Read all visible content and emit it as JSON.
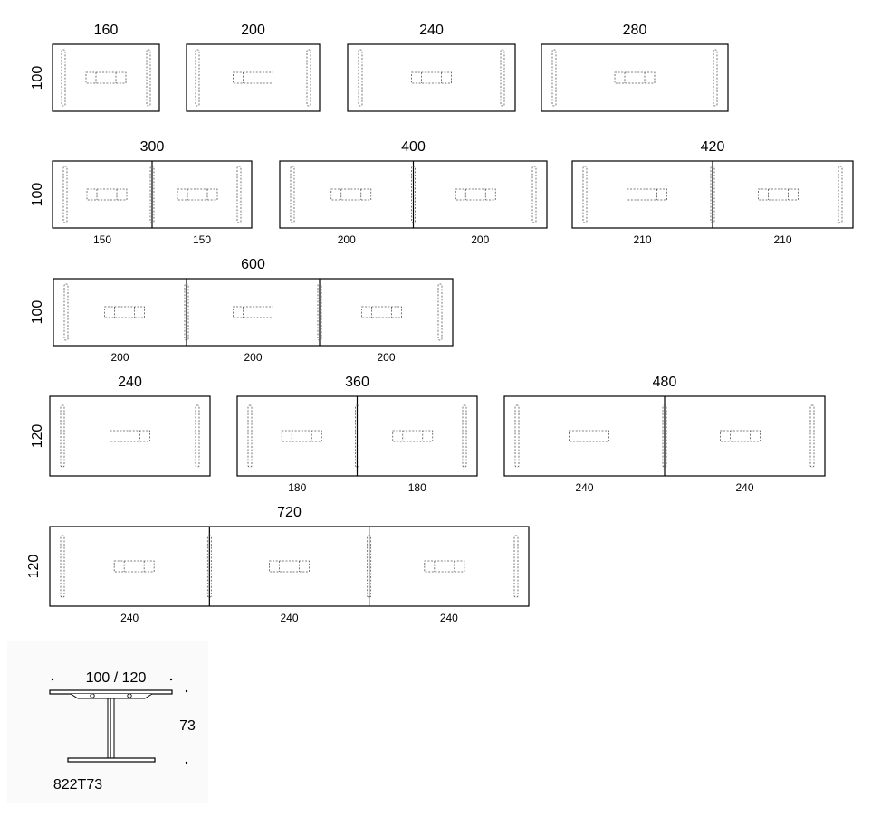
{
  "plan_rows": [
    {
      "depth_label": "100",
      "tables": [
        {
          "length_label": "160",
          "segments": []
        },
        {
          "length_label": "200",
          "segments": []
        },
        {
          "length_label": "240",
          "segments": []
        },
        {
          "length_label": "280",
          "segments": []
        }
      ]
    },
    {
      "depth_label": "100",
      "tables": [
        {
          "length_label": "300",
          "segments": [
            "150",
            "150"
          ]
        },
        {
          "length_label": "400",
          "segments": [
            "200",
            "200"
          ]
        },
        {
          "length_label": "420",
          "segments": [
            "210",
            "210"
          ]
        }
      ]
    },
    {
      "depth_label": "100",
      "tables": [
        {
          "length_label": "600",
          "segments": [
            "200",
            "200",
            "200"
          ]
        }
      ]
    },
    {
      "depth_label": "120",
      "tables": [
        {
          "length_label": "240",
          "segments": []
        },
        {
          "length_label": "360",
          "segments": [
            "180",
            "180"
          ]
        },
        {
          "length_label": "480",
          "segments": [
            "240",
            "240"
          ]
        }
      ]
    },
    {
      "depth_label": "120",
      "tables": [
        {
          "length_label": "720",
          "segments": [
            "240",
            "240",
            "240"
          ]
        }
      ]
    }
  ],
  "side_view": {
    "width_label": "100 / 120",
    "height_label": "73",
    "model_code": "822T73"
  }
}
